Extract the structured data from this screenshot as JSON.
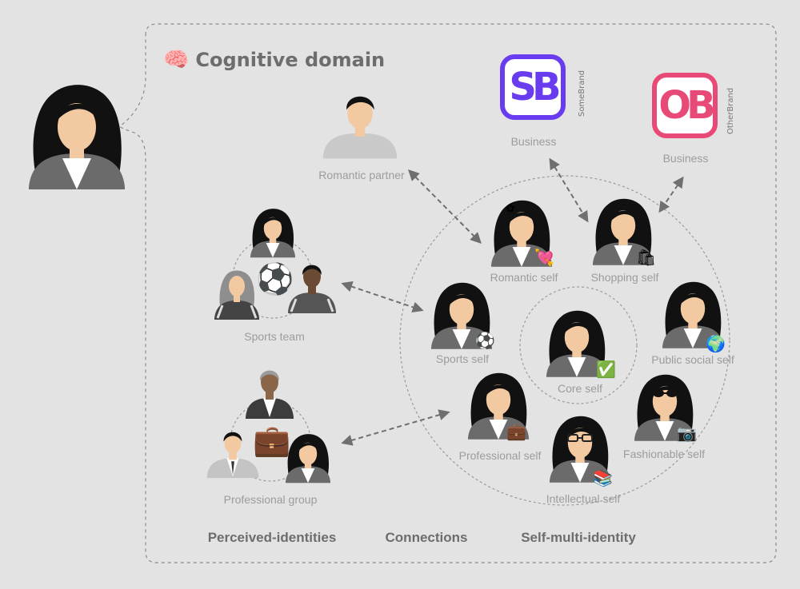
{
  "title": "Cognitive domain",
  "icons": {
    "brain": "brain-icon",
    "ball": "soccer-ball-icon",
    "briefcase": "briefcase-icon"
  },
  "brands": {
    "sb": {
      "logo": "SB",
      "side_text": "SomeBrand",
      "label": "Business",
      "color": "#6a3cf0"
    },
    "ob": {
      "logo": "OB",
      "side_text": "OtherBrand",
      "label": "Business",
      "color": "#e84a78"
    }
  },
  "perceived": {
    "romantic_partner": "Romantic partner",
    "sports_team": "Sports team",
    "professional_group": "Professional group"
  },
  "selves": {
    "romantic": "Romantic self",
    "shopping": "Shopping self",
    "sports": "Sports self",
    "core": "Core self",
    "public_social": "Public social self",
    "professional": "Professional self",
    "intellectual": "Intellectual self",
    "fashionable": "Fashionable self"
  },
  "footer": {
    "perceived": "Perceived-identities",
    "connections": "Connections",
    "self_multi": "Self-multi-identity"
  },
  "colors": {
    "background": "#e3e3e3",
    "label": "#9c9c9c",
    "heading": "#6d6d6d",
    "hair": "#111111",
    "skin": "#f3c9a2",
    "jacket": "#5a5a5a"
  }
}
